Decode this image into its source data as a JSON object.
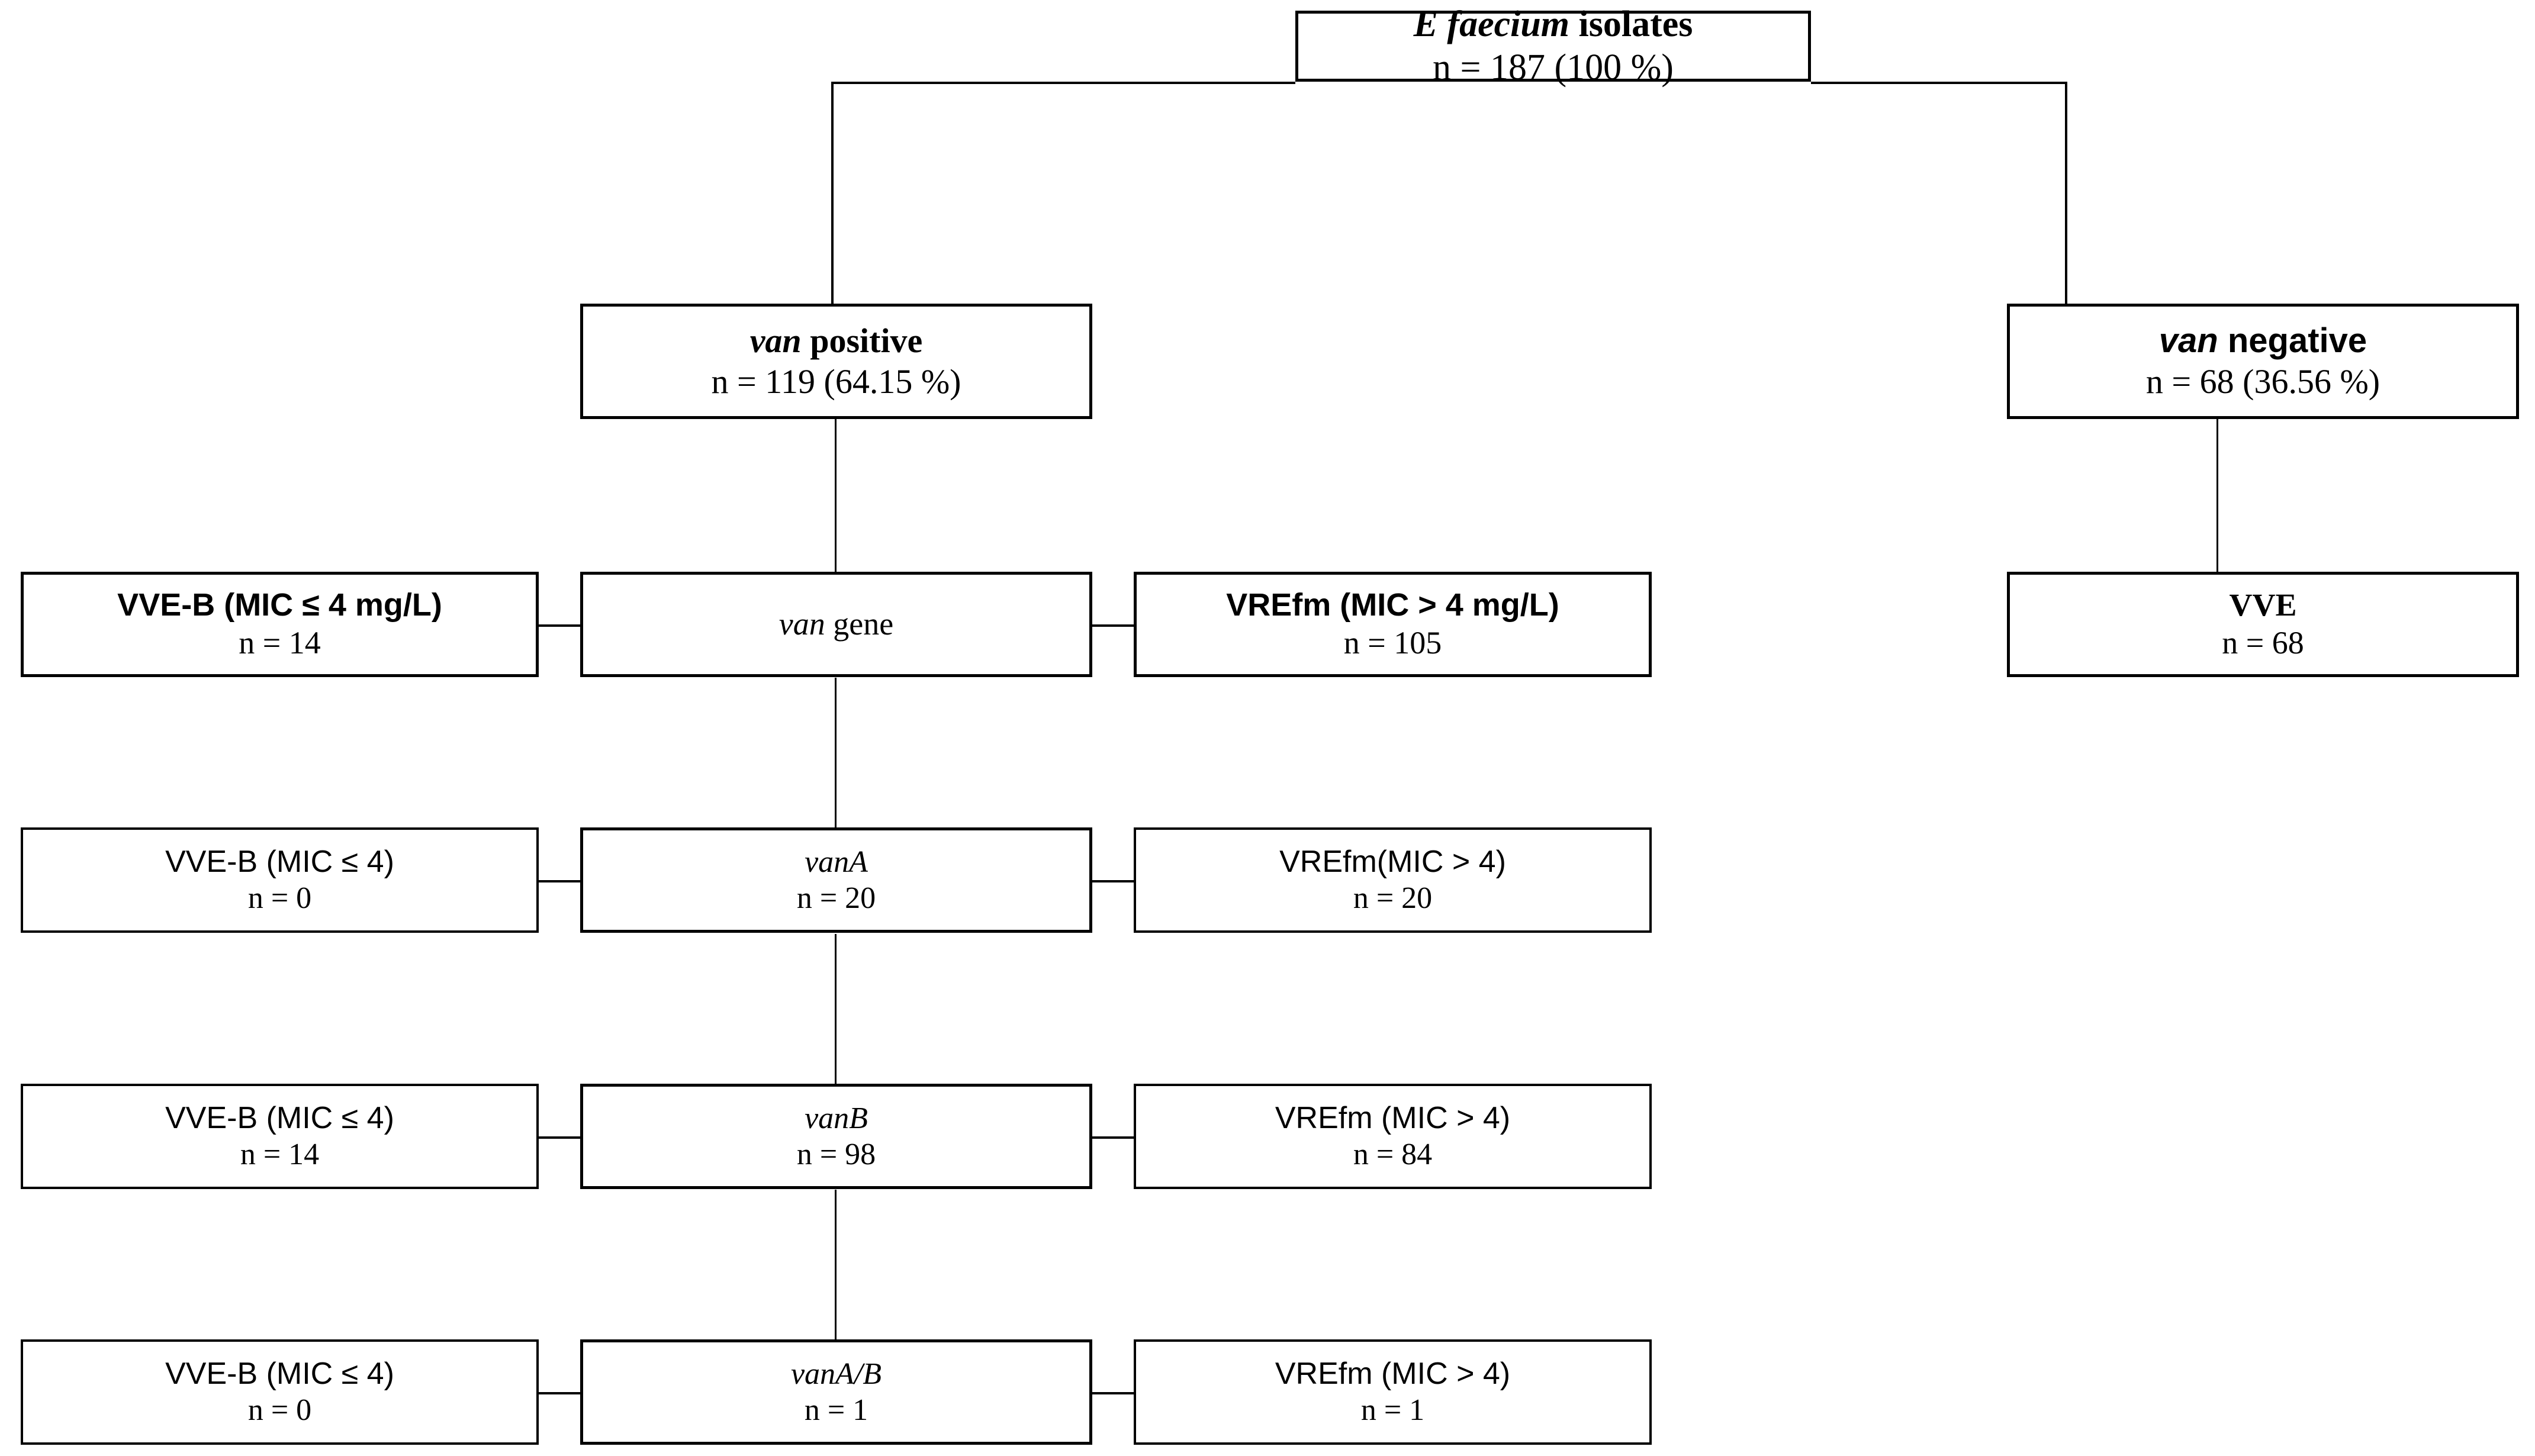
{
  "diagram": {
    "title": "E faecium isolates van gene flowchart",
    "colors": {
      "stroke": "#000000",
      "background": "#ffffff",
      "text": "#000000"
    }
  },
  "nodes": {
    "root": {
      "title_italic": "E faecium",
      "title_rest": " isolates",
      "count": "n = 187 (100 %)"
    },
    "van_positive": {
      "title_italic": "van",
      "title_rest": " positive",
      "count": "n = 119 (64.15 %)"
    },
    "van_negative": {
      "title_italic": "van",
      "title_rest": " negative",
      "count": "n = 68 (36.56 %)"
    },
    "van_gene": {
      "title_italic": "van",
      "title_rest": " gene",
      "count": ""
    },
    "vve_b_main": {
      "title": "VVE-B (MIC ≤ 4 mg/L)",
      "count": "n = 14"
    },
    "vrefm_main": {
      "title": "VREfm (MIC > 4 mg/L)",
      "count": "n = 105"
    },
    "vve_right": {
      "title": "VVE",
      "count": "n = 68"
    },
    "vana": {
      "title_italic": "vanA",
      "count": "n = 20"
    },
    "vana_left": {
      "title": "VVE-B (MIC ≤ 4)",
      "count": "n = 0"
    },
    "vana_right": {
      "title": "VREfm(MIC > 4)",
      "count": "n = 20"
    },
    "vanb": {
      "title_italic": "vanB",
      "count": "n = 98"
    },
    "vanb_left": {
      "title": "VVE-B (MIC ≤ 4)",
      "count": "n = 14"
    },
    "vanb_right": {
      "title": "VREfm (MIC > 4)",
      "count": "n = 84"
    },
    "vanab": {
      "title_italic": "vanA/B",
      "count": "n = 1"
    },
    "vanab_left": {
      "title": "VVE-B (MIC ≤ 4)",
      "count": "n = 0"
    },
    "vanab_right": {
      "title": "VREfm (MIC > 4)",
      "count": "n = 1"
    }
  },
  "chart_data": {
    "type": "table",
    "title": "E faecium isolates van gene / MIC flowchart",
    "total": 187,
    "levels": [
      {
        "label": "E faecium isolates",
        "n": 187,
        "percent": 100
      },
      {
        "label": "van positive",
        "n": 119,
        "percent": 64.15
      },
      {
        "label": "van negative",
        "n": 68,
        "percent": 36.56
      }
    ],
    "branches": [
      {
        "gene": "van gene",
        "vve_b": 14,
        "vrefm": 105
      },
      {
        "gene": "vanA",
        "n": 20,
        "vve_b": 0,
        "vrefm": 20
      },
      {
        "gene": "vanB",
        "n": 98,
        "vve_b": 14,
        "vrefm": 84
      },
      {
        "gene": "vanA/B",
        "n": 1,
        "vve_b": 0,
        "vrefm": 1
      }
    ],
    "van_negative_outcome": {
      "label": "VVE",
      "n": 68
    }
  }
}
